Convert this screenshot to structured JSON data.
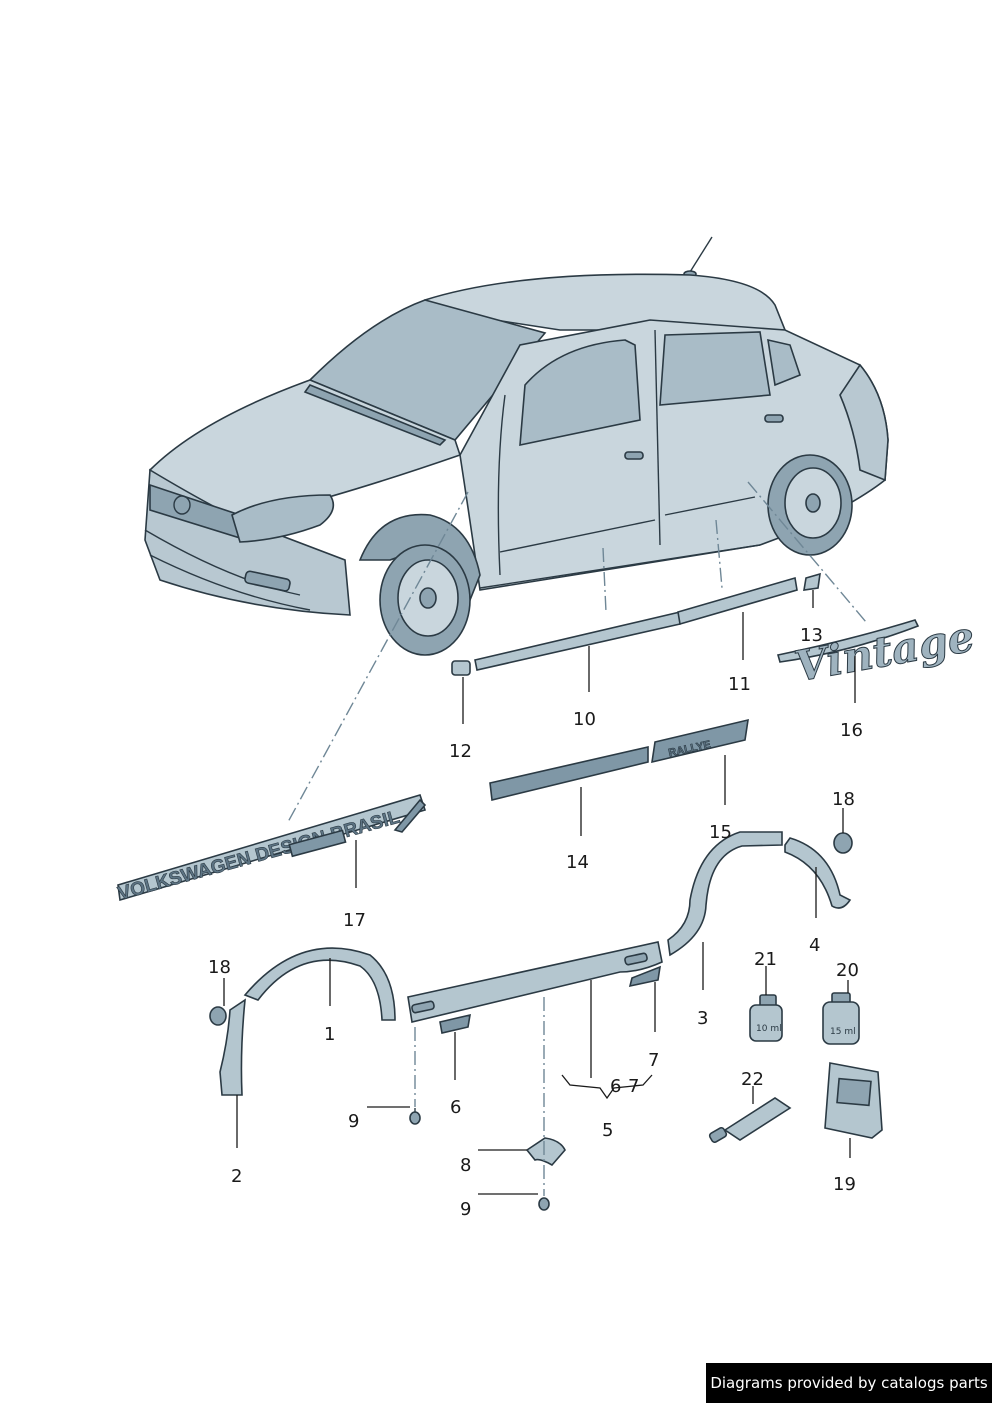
{
  "callouts": {
    "c1": "1",
    "c2": "2",
    "c3": "3",
    "c4": "4",
    "c5": "5",
    "c6": "6",
    "c6b": "6",
    "c7": "7",
    "c7b": "7",
    "c8": "8",
    "c9a": "9",
    "c9b": "9",
    "c10": "10",
    "c11": "11",
    "c12": "12",
    "c13": "13",
    "c14": "14",
    "c15": "15",
    "c16": "16",
    "c17": "17",
    "c18a": "18",
    "c18b": "18",
    "c19": "19",
    "c20": "20",
    "c21": "21",
    "c22": "22"
  },
  "parts": {
    "badge_17_text": "VOLKSWAGEN DESIGN BRASIL",
    "badge_16_text": "Vintage",
    "badge_15_text": "RALLYE",
    "bottle_21_text": "10 ml",
    "bottle_20_text": "15 ml"
  },
  "footer": {
    "text": "Diagrams provided by catalogs parts"
  },
  "colors": {
    "body": "#c9d6dd",
    "outline": "#2b3a44",
    "footer_bg": "#000000",
    "footer_text": "#ffffff"
  }
}
